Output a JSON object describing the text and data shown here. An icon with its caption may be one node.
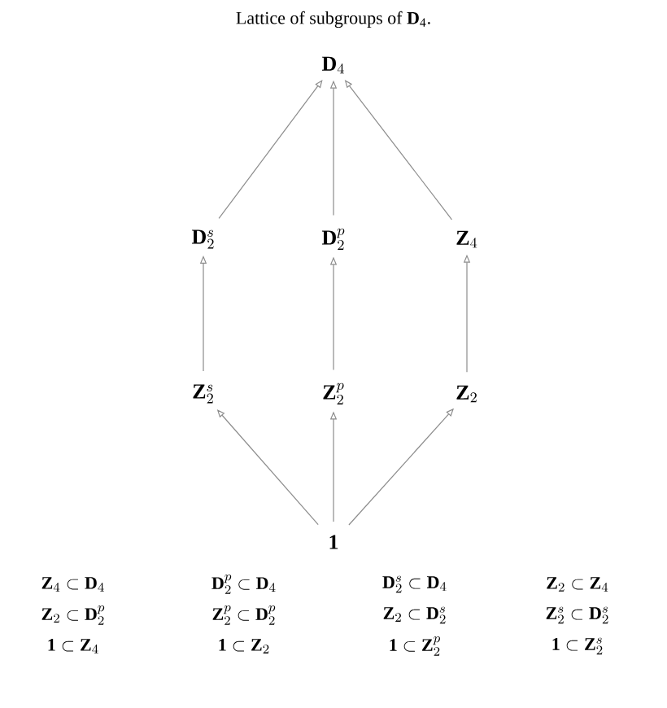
{
  "diagram": {
    "title": "Lattice of subgroups of **D**$_{4}$.",
    "nodes": [
      {
        "text": [
          "\\mathbf{D}_4"
        ]
      },
      {
        "text": [
          "\\mathbf{D}_2^s"
        ]
      },
      {
        "text": [
          "\\mathbf{D}_2^p"
        ]
      },
      {
        "text": [
          "\\mathbf{Z}_4"
        ]
      },
      {
        "text": [
          "\\mathbf{Z}_2^s"
        ]
      },
      {
        "text": [
          "\\mathbf{Z}_2^p"
        ]
      },
      {
        "text": [
          "\\mathbf{Z}_2"
        ]
      },
      {
        "text": [
          "\\mathbf{1}"
        ]
      }
    ],
    "edges": [
      {
        "from": 1,
        "to": 0,
        "arrow": "to"
      },
      {
        "from": 2,
        "to": 0,
        "arrow": "to"
      },
      {
        "from": 3,
        "to": 0,
        "arrow": "to"
      },
      {
        "from": 4,
        "to": 1,
        "arrow": "to"
      },
      {
        "from": 5,
        "to": 2,
        "arrow": "to"
      },
      {
        "from": 6,
        "to": 3,
        "arrow": "to"
      },
      {
        "from": 7,
        "to": 4,
        "arrow": "to"
      },
      {
        "from": 7,
        "to": 5,
        "arrow": "to"
      },
      {
        "from": 7,
        "to": 6,
        "arrow": "to"
      }
    ],
    "labels": [
      "\\mathbf{Z}_4\\subset\\mathbf{D}_4",
      "\\mathbf{D}_2^p\\subset\\mathbf{D}_4",
      "\\mathbf{D}_2^s\\subset\\mathbf{D}_4",
      "\\mathbf{Z}_2\\subset\\mathbf{Z}_4",
      "\\mathbf{Z}_2\\subset\\mathbf{D}_2^p",
      "\\mathbf{Z}_2^p\\subset\\mathbf{D}_2^p",
      "\\mathbf{Z}_2\\subset\\mathbf{D}_2^s",
      "\\mathbf{Z}_2^s\\subset\\mathbf{D}_2^s",
      "\\mathbf{1}\\subset\\mathbf{Z}_4",
      "\\mathbf{1}\\subset\\mathbf{Z}_2",
      "\\mathbf{1}\\subset\\mathbf{Z}_2^p",
      "\\mathbf{1}\\subset\\mathbf{Z}_2^s"
    ]
  }
}
